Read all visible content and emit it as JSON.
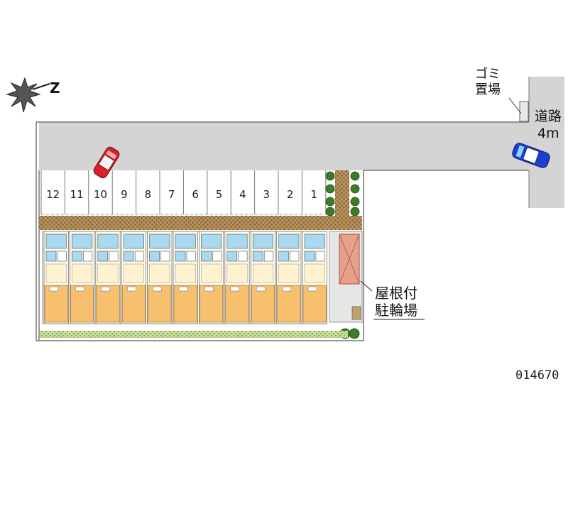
{
  "map": {
    "north_symbol": "Z",
    "garbage_area": {
      "line1": "ゴミ",
      "line2": "置場"
    },
    "road": {
      "line1": "道路",
      "line2": "4m"
    },
    "bicycle_parking": {
      "line1": "屋根付",
      "line2": "駐輪場"
    },
    "parking_spaces": [
      "12",
      "11",
      "10",
      "9",
      "8",
      "7",
      "6",
      "5",
      "4",
      "3",
      "2",
      "1"
    ],
    "property_code": "014670",
    "colors": {
      "road": "#d4d4d4",
      "hedge": "#9b7a4c",
      "unit_floor": "#f6c06f",
      "unit_wet": "#a9d8ef",
      "car_red": "#d8202a",
      "car_blue": "#1b3fd0"
    }
  }
}
